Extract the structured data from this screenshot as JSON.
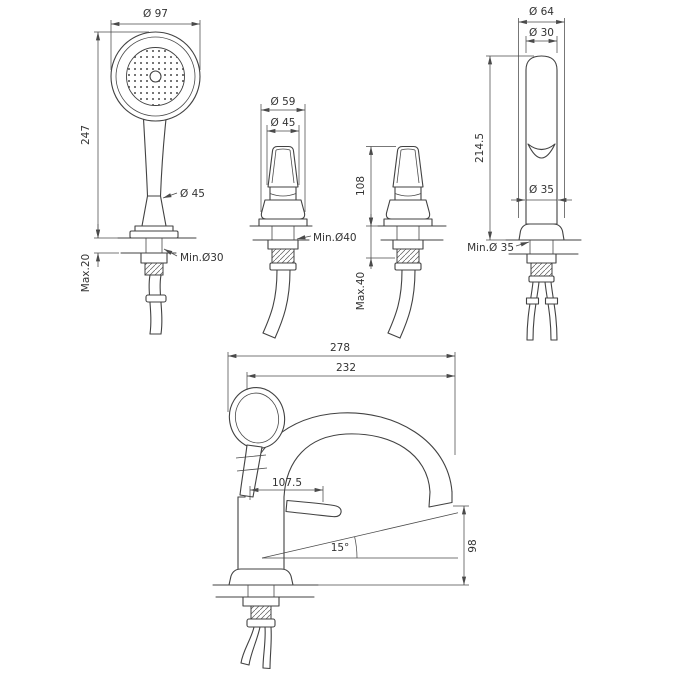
{
  "colors": {
    "line": "#424242",
    "dimension_line": "#4a4a4a",
    "text": "#333333",
    "background": "#ffffff"
  },
  "views": {
    "hand_shower": {
      "head_diameter": "Ø 97",
      "height": "247",
      "handle_diameter": "Ø 45",
      "max_deck_thickness": "Max.20",
      "min_hole_diameter": "Min.Ø30"
    },
    "valve_a": {
      "escutcheon_diameter": "Ø 59",
      "handle_diameter": "Ø 45",
      "min_hole_diameter": "Min.Ø40"
    },
    "valve_b": {
      "height_above_deck": "108",
      "max_deck_thickness": "Max.40"
    },
    "spout": {
      "escutcheon_diameter": "Ø 64",
      "body_diameter": "Ø 30",
      "height": "214.5",
      "base_diameter": "Ø 35",
      "min_hole_diameter": "Min.Ø 35"
    },
    "assembly": {
      "overall_depth": "278",
      "spout_reach": "232",
      "handle_reach": "107.5",
      "spout_angle": "15°",
      "spout_height": "98"
    }
  }
}
